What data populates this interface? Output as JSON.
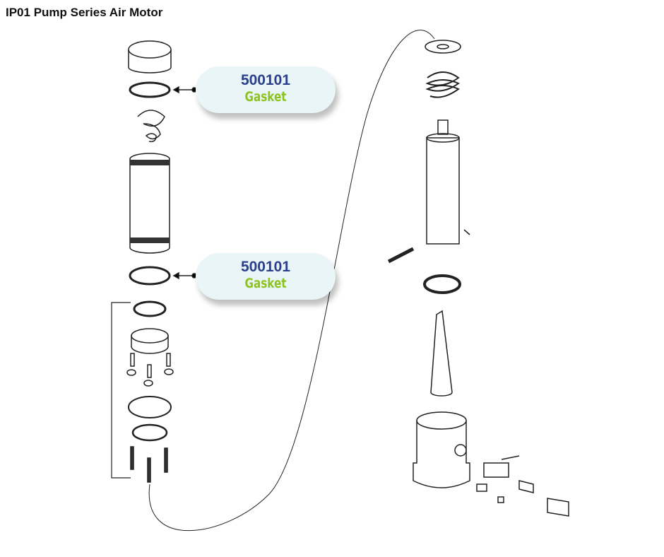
{
  "title": "IP01 Pump Series Air Motor",
  "callouts": [
    {
      "part_number": "500101",
      "name": "Gasket"
    },
    {
      "part_number": "500101",
      "name": "Gasket"
    }
  ],
  "colors": {
    "part_number": "#2b3f8c",
    "name": "#8cc31e",
    "callout_bg": "#eaf5f7"
  }
}
